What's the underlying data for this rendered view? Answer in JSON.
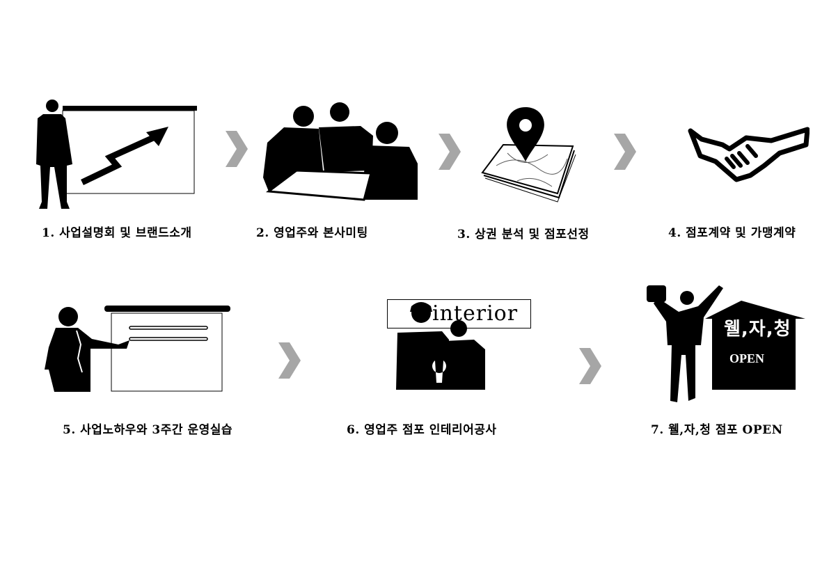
{
  "steps": [
    {
      "label": "1. 사업설명회 및 브랜드소개",
      "icon": "presentation-icon"
    },
    {
      "label": "2. 영업주와 본사미팅",
      "icon": "meeting-icon"
    },
    {
      "label": "3. 상권 분석 및 점포선정",
      "icon": "map-pin-icon"
    },
    {
      "label": "4. 점포계약 및 가맹계약",
      "icon": "handshake-icon"
    },
    {
      "label": "5. 사업노하우와 3주간 운영실습",
      "icon": "training-icon"
    },
    {
      "label": "6. 영업주 점포 인테리어공사",
      "icon": "interior-icon",
      "sign": "interior"
    },
    {
      "label": "7. 웰,자,청 점포 OPEN",
      "icon": "open-store-icon",
      "brand": "웰,자,청",
      "open": "OPEN"
    }
  ],
  "colors": {
    "arrow": "#a6a6a6",
    "silhouette": "#000000"
  }
}
